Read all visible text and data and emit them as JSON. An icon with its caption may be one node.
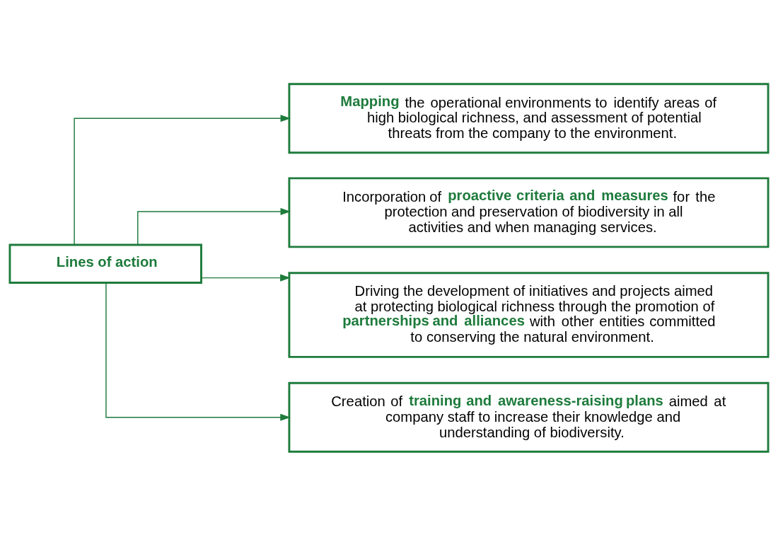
{
  "diagram": {
    "nodes": [
      {
        "text": [
          "Lines of action"
        ]
      },
      {
        "text": [
          "**Mapping** the operational environments to identify areas of high biological richness, and assessment of potential threats from the company to the environment."
        ]
      },
      {
        "text": [
          "Incorporation of **proactive criteria and measures** for the protection and preservation of biodiversity in all activities and when managing services."
        ]
      },
      {
        "text": [
          "Driving the development of initiatives and projects aimed at protecting biological richness through the promotion of **partnerships and alliances** with other entities committed to conserving the natural environment."
        ]
      },
      {
        "text": [
          "Creation of **training and awareness-raising plans** aimed at company staff to increase their knowledge and understanding of biodiversity."
        ]
      }
    ],
    "edges": [
      {
        "from": 0,
        "to": 1,
        "arrow": "to"
      },
      {
        "from": 0,
        "to": 2,
        "arrow": "to"
      },
      {
        "from": 0,
        "to": 3,
        "arrow": "to"
      },
      {
        "from": 0,
        "to": 4,
        "arrow": "to"
      }
    ]
  }
}
